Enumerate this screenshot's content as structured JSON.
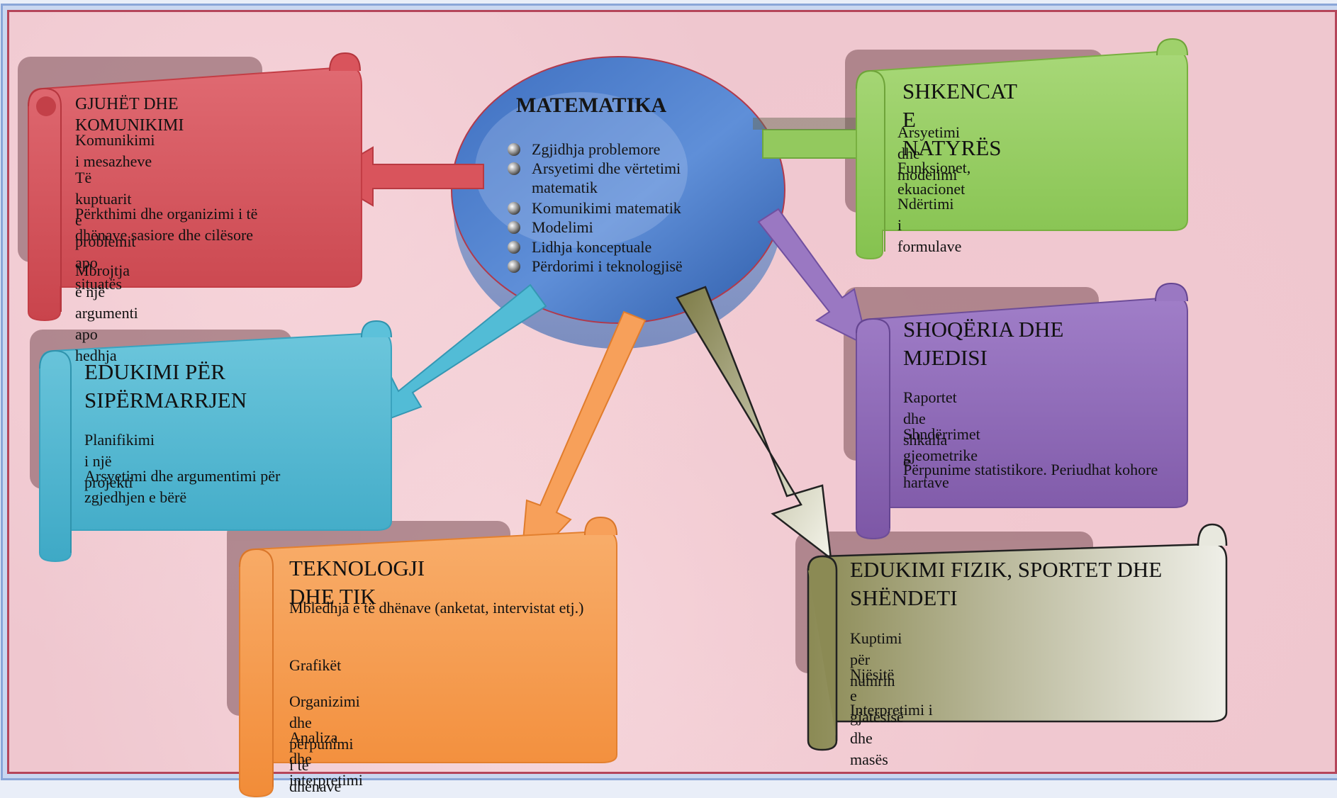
{
  "center": {
    "title": "MATEMATIKA",
    "items": [
      "Zgjidhja problemore",
      "Arsyetimi dhe vërtetimi matematik",
      "Komunikimi matematik",
      "Modelimi",
      "Lidhja konceptuale",
      "Përdorimi i teknologjisë"
    ]
  },
  "cards": {
    "languages": {
      "title": "GJUHËT DHE KOMUNIKIMI",
      "items": [
        "Komunikimi i mesazheve",
        "Të kuptuarit e problemit apo situatës",
        "Përkthimi dhe organizimi i të dhënave sasiore dhe cilësore",
        "Mbrojtja e një argumenti apo hedhja"
      ],
      "color": "#d9545c"
    },
    "science": {
      "title": "SHKENCAT E NATYRËS",
      "items": [
        "Arsyetimi dhe modelimi",
        "Funksionet, ekuacionet",
        "Ndërtimi i formulave"
      ],
      "color": "#8fc75a"
    },
    "entrepreneurship": {
      "title": "EDUKIMI PËR SIPËRMARRJEN",
      "items": [
        "Planifikimi i një projekti",
        "Arsyetimi dhe argumentimi për zgjedhjen e bërë"
      ],
      "color": "#4bb4cf"
    },
    "society": {
      "title": "SHOQËRIA DHE MJEDISI",
      "items": [
        "Raportet dhe shkalla e hartave",
        "Shndërrimet gjeometrike",
        "Përpunime statistikore. Periudhat kohore"
      ],
      "color": "#8d68b5"
    },
    "technology": {
      "title": "TEKNOLOGJI DHE TIK",
      "items": [
        "Mbledhja e të dhënave (anketat, intervistat etj.)",
        "Grafikët",
        "Organizimi dhe përpunimi i të dhënave",
        "Analiza dhe interpretimi"
      ],
      "color": "#f5984a"
    },
    "physical": {
      "title": "EDUKIMI FIZIK, SPORTET DHE SHËNDETI",
      "items": [
        "Kuptimi për numrin",
        "Njësitë e gjatësisë dhe masës",
        "Interpretimi i informacioneve"
      ],
      "color": "#8f8c5a"
    }
  }
}
